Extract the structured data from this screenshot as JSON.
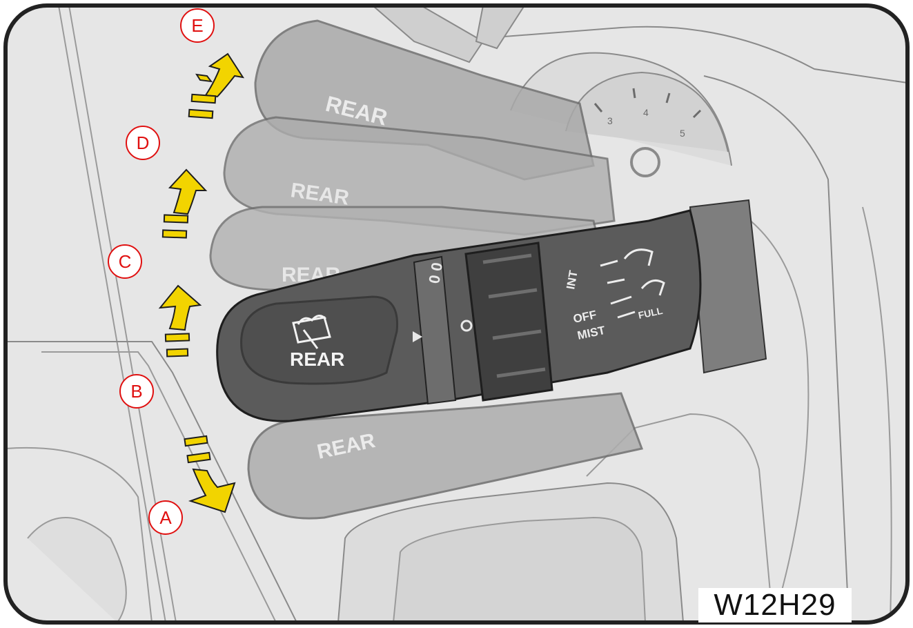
{
  "figure": {
    "code": "W12H29",
    "positions": [
      "A",
      "B",
      "C",
      "D",
      "E"
    ],
    "lever": {
      "rear_label": "REAR",
      "switch_labels": [
        "OFF",
        "MIST",
        "INT",
        "FULL"
      ]
    },
    "gauge_ticks": [
      "3",
      "4",
      "5"
    ]
  },
  "colors": {
    "frame": "#222222",
    "background": "#e6e6e6",
    "callout": "#e01010",
    "arrow_fill": "#f2d400",
    "lever_dark": "#5b5b5b",
    "lever_ghost": "#a9a9a9"
  }
}
